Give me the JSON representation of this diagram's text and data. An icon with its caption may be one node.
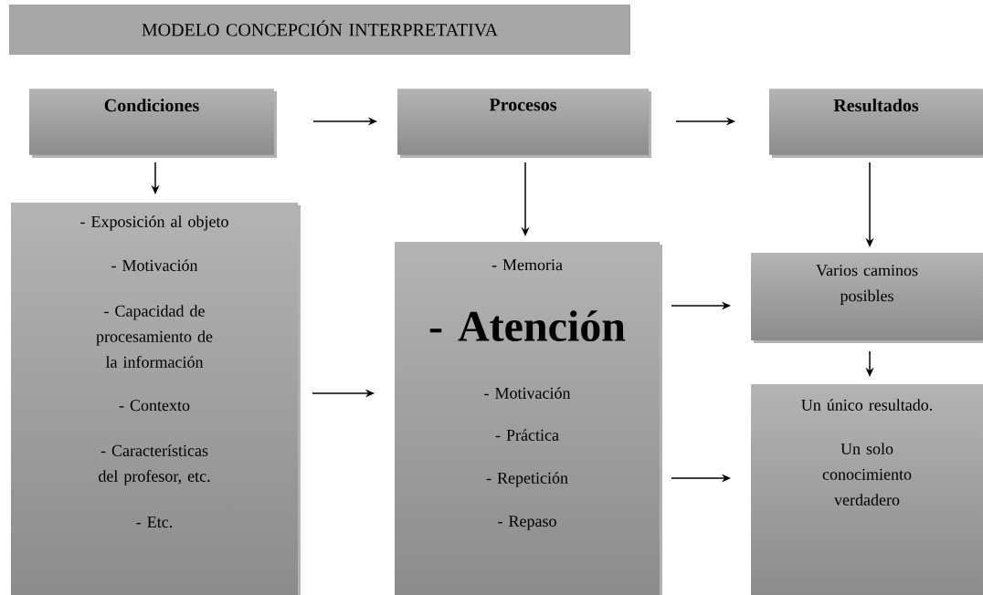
{
  "diagram": {
    "nodes": [
      {
        "text": [
          "MODELO CONCEPCIÓN INTERPRETATIVA"
        ]
      },
      {
        "text": [
          "Condiciones"
        ]
      },
      {
        "text": [
          "Procesos"
        ]
      },
      {
        "text": [
          "Resultados"
        ]
      },
      {
        "text": [
          "- Exposición al objeto",
          "- Motivación",
          "- Capacidad de procesamiento de la información",
          "- Contexto",
          "- Características del profesor, etc.",
          "- Etc."
        ]
      },
      {
        "text": [
          "- Memoria",
          "- Atención",
          "- Motivación",
          "- Práctica",
          "- Repetición",
          "- Repaso"
        ]
      },
      {
        "text": [
          "Varios caminos posibles"
        ]
      },
      {
        "text": [
          "Un único resultado.",
          "Un solo conocimiento verdadero"
        ]
      }
    ],
    "edges": [
      {
        "from": 1,
        "to": 2,
        "arrow": "to"
      },
      {
        "from": 2,
        "to": 3,
        "arrow": "to"
      },
      {
        "from": 1,
        "to": 4,
        "arrow": "to"
      },
      {
        "from": 2,
        "to": 5,
        "arrow": "to"
      },
      {
        "from": 3,
        "to": 6,
        "arrow": "to"
      },
      {
        "from": 4,
        "to": 5,
        "arrow": "to"
      },
      {
        "from": 5,
        "to": 6,
        "arrow": "to"
      },
      {
        "from": 6,
        "to": 7,
        "arrow": "to"
      },
      {
        "from": 5,
        "to": 7,
        "arrow": "to"
      }
    ]
  }
}
